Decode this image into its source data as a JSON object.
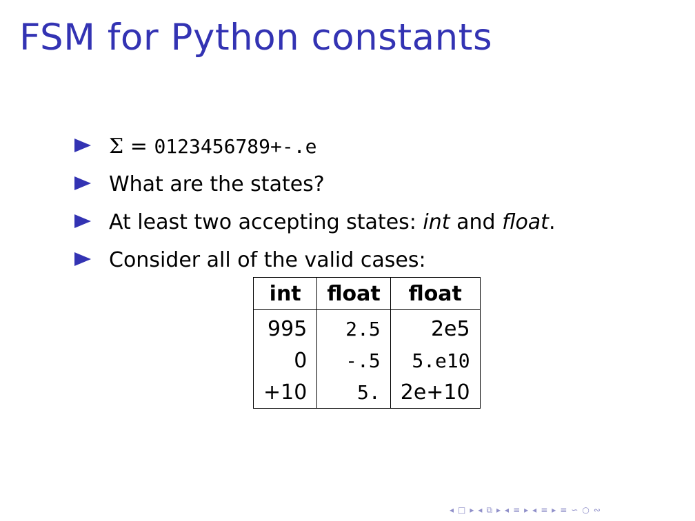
{
  "slide": {
    "title": "FSM for Python constants",
    "bullets": {
      "b1": {
        "sigma": "Σ",
        "eq": " = ",
        "alphabet": "0123456789+-.e"
      },
      "b2": {
        "text": "What are the states?"
      },
      "b3": {
        "pre": "At least two accepting states: ",
        "int": "int",
        "and": " and ",
        "float": "float",
        "end": "."
      },
      "b4": {
        "text": "Consider all of the valid cases:"
      }
    },
    "table": {
      "headers": [
        "int",
        "float",
        "float"
      ],
      "rows": [
        [
          "995",
          "2.5",
          "2e5"
        ],
        [
          "0",
          "-.5",
          "5.e10"
        ],
        [
          "+10",
          "5.",
          "2e+10"
        ]
      ]
    }
  },
  "navigation": {
    "icons": [
      "nav-prev-frame-icon",
      "nav-frame-icon",
      "nav-next-frame-icon",
      "nav-prev-subsection-icon",
      "nav-subsection-icon",
      "nav-next-subsection-icon",
      "nav-prev-section-icon",
      "nav-section-icon",
      "nav-next-section-icon",
      "nav-document-icon",
      "nav-search-icon"
    ],
    "accent": "#8f8fc9"
  },
  "colors": {
    "title": "#3333b3",
    "bullet": "#3333b3"
  }
}
